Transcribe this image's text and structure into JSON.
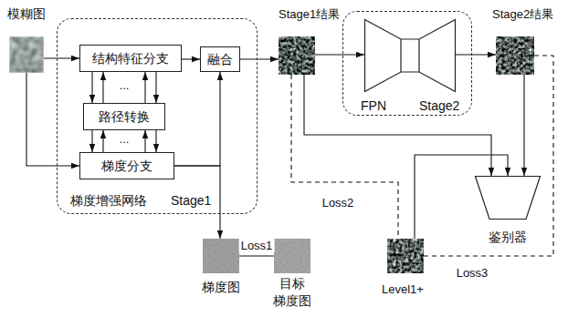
{
  "diagram": {
    "nodes": [
      {
        "text": [
          "模糊图"
        ]
      },
      {
        "text": [
          "梯度增强网络",
          "Stage1"
        ]
      },
      {
        "text": [
          "结构特征分支"
        ],
        "in": 1
      },
      {
        "text": [
          "路径转换"
        ],
        "in": 1
      },
      {
        "text": [
          "梯度分支"
        ],
        "in": 1
      },
      {
        "text": [
          "融合"
        ],
        "in": 1
      },
      {
        "text": [
          "Stage1结果"
        ]
      },
      {
        "text": [
          "Stage2"
        ]
      },
      {
        "text": [
          "FPN"
        ],
        "in": 7
      },
      {
        "text": [
          "Stage2结果"
        ]
      },
      {
        "text": [
          "鉴别器"
        ]
      },
      {
        "text": [
          "Level1+"
        ]
      },
      {
        "text": [
          "梯度图"
        ]
      },
      {
        "text": [
          "目标 梯度图"
        ]
      }
    ],
    "edges": [
      {
        "from": 0,
        "to": 2,
        "arrow": "to"
      },
      {
        "from": 0,
        "to": 4,
        "arrow": "to"
      },
      {
        "from": 2,
        "to": 3,
        "arrow": "to"
      },
      {
        "from": 3,
        "to": 2,
        "arrow": "to"
      },
      {
        "from": 3,
        "to": 2,
        "arrow": "to"
      },
      {
        "from": 2,
        "to": 3,
        "arrow": "to"
      },
      {
        "from": 3,
        "to": 4,
        "arrow": "to"
      },
      {
        "from": 4,
        "to": 3,
        "arrow": "to"
      },
      {
        "from": 4,
        "to": 3,
        "arrow": "to"
      },
      {
        "from": 3,
        "to": 4,
        "arrow": "to"
      },
      {
        "from": 2,
        "to": 5,
        "arrow": "to"
      },
      {
        "from": 4,
        "to": 5,
        "arrow": "to"
      },
      {
        "from": 4,
        "to": 12,
        "arrow": "to"
      },
      {
        "from": 5,
        "to": 6,
        "arrow": "to"
      },
      {
        "from": 6,
        "to": 8,
        "arrow": "to"
      },
      {
        "from": 8,
        "to": 9,
        "arrow": "to"
      },
      {
        "from": 6,
        "to": 10,
        "arrow": "to"
      },
      {
        "from": 9,
        "to": 10,
        "arrow": "to"
      },
      {
        "from": 11,
        "to": 10,
        "arrow": "to"
      },
      {
        "from": 12,
        "to": 13,
        "label": "Loss1",
        "arrow": "none"
      },
      {
        "from": 6,
        "to": 11,
        "label": "Loss2",
        "arrow": "none"
      },
      {
        "from": 9,
        "to": 11,
        "label": "Loss3",
        "arrow": "none"
      }
    ],
    "labels": [
      "...",
      "..."
    ]
  }
}
